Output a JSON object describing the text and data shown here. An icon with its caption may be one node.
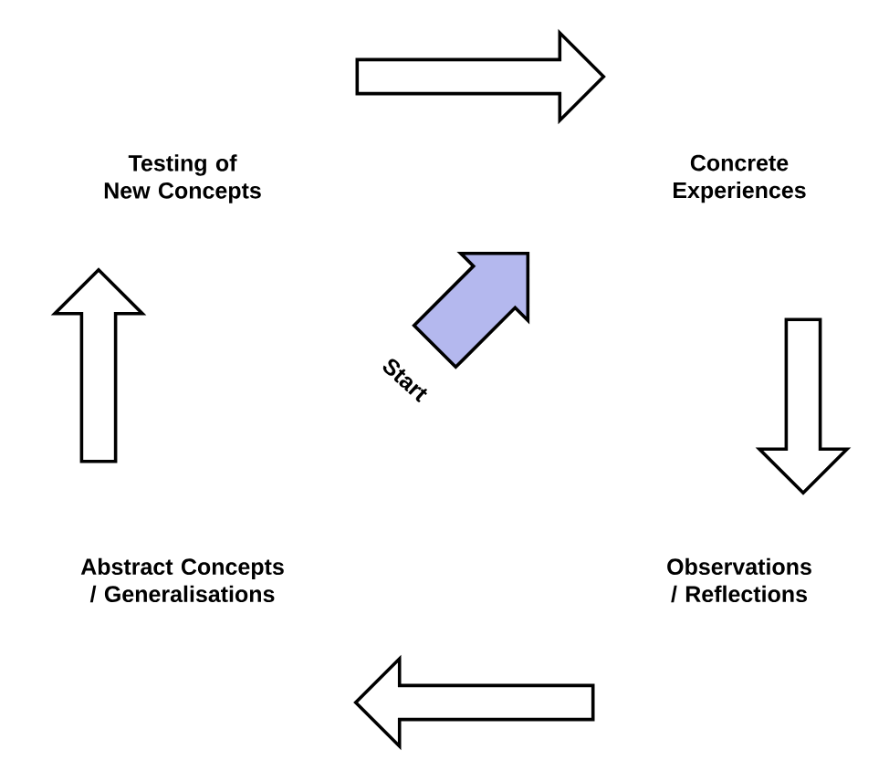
{
  "diagram": {
    "nodes": [
      {
        "text": [
          "Testing of New Concepts"
        ]
      },
      {
        "text": [
          "Concrete Experiences"
        ]
      },
      {
        "text": [
          "Observations / Reflections"
        ]
      },
      {
        "text": [
          "Abstract Concepts / Generalisations"
        ]
      },
      {
        "text": [
          "Start"
        ]
      }
    ],
    "edges": [
      {
        "from": 0,
        "to": 1,
        "arrow": "to"
      },
      {
        "from": 1,
        "to": 2,
        "arrow": "to"
      },
      {
        "from": 2,
        "to": 3,
        "arrow": "to"
      },
      {
        "from": 3,
        "to": 0,
        "arrow": "to"
      },
      {
        "from": 4,
        "to": null,
        "arrow": "to",
        "color": "#b4b8ee"
      }
    ]
  }
}
